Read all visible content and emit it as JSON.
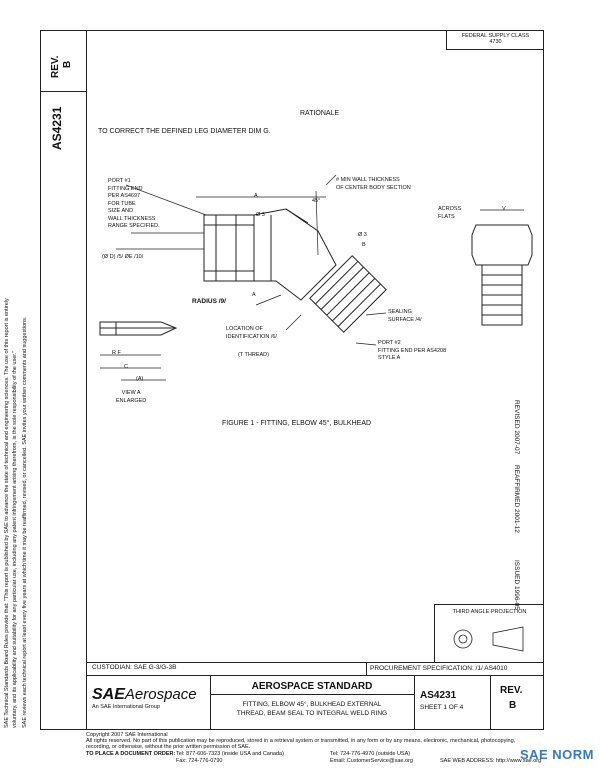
{
  "header": {
    "fed_class": "FEDERAL SUPPLY CLASS",
    "fed_class_num": "4730",
    "rev_label": "REV.",
    "rev_value": "B",
    "doc_number_side": "AS4231"
  },
  "rationale": {
    "title": "RATIONALE",
    "text": "TO CORRECT THE DEFINED LEG DIAMETER DIM G."
  },
  "drawing": {
    "port1": [
      "PORT #1",
      "FITTING END",
      "PER AS4697",
      "FOR TUBE",
      "SIZE AND",
      "WALL THICKNESS",
      "RANGE SPECIFIED."
    ],
    "min_wall": [
      "# MIN WALL THICKNESS",
      "OF CENTER BODY SECTION"
    ],
    "angle_45": "45°",
    "dim_a": "A",
    "dim_a2": "A",
    "phi3_a": "Ø 3",
    "phi3_b": "Ø 3",
    "dim_b": "B",
    "dia_label": "(Ø D) /5/  ØE /10/",
    "radius": "RADIUS /9/",
    "location": [
      "LOCATION OF",
      "IDENTIFICATION /6/"
    ],
    "t_thread": "(T THREAD)",
    "sealing": [
      "SEALING",
      "SURFACE /4/"
    ],
    "port2": [
      "PORT #2",
      "FITTING END PER AS4208",
      "STYLE A"
    ],
    "across_flats": [
      "ACROSS",
      "FLATS"
    ],
    "dim_v": "V",
    "view_a": [
      "VIEW A",
      "ENLARGED"
    ],
    "rf": "R F",
    "dim_c": "C",
    "a_arrow": "(A)",
    "figure_caption": "FIGURE 1 - FITTING, ELBOW 45°, BULKHEAD"
  },
  "right_margin": {
    "revised": "REVISED 2007-07",
    "reaffirmed": "REAFFIRMED 2001-12",
    "issued": "ISSUED 1996-05"
  },
  "projection": {
    "label": "THIRD ANGLE PROJECTION"
  },
  "left_margin": {
    "line1": "SAE Technical Standards Board Rules provide that: \"This report is published by SAE to advance the state of technical and engineering sciences. The use of this report is entirely",
    "line2": "voluntary, and its applicability and suitability for any particular use, including any patent infringement arising therefrom, is the sole responsibility of the user.\"",
    "line3": "SAE reviews each technical report at least every five years at which time it may be reaffirmed, revised, or cancelled. SAE invites your written comments and suggestions."
  },
  "footer": {
    "custodian": "CUSTODIAN: SAE G-3/G-3B",
    "procurement": "PROCUREMENT SPECIFICATION: /1/ AS4010",
    "sae_logo_sae": "SAE",
    "sae_logo_aero": "Aerospace",
    "sae_logo_sub": "An SAE International Group",
    "std_title": "AEROSPACE STANDARD",
    "desc_line1": "FITTING, ELBOW 45°, BULKHEAD EXTERNAL",
    "desc_line2": "THREAD, BEAM SEAL TO INTEGRAL WELD RING",
    "doc_number": "AS4231",
    "sheet": "SHEET 1 OF 4",
    "rev_label": "REV.",
    "rev_value": "B",
    "copyright": "Copyright 2007 SAE International",
    "rights": "All rights reserved. No part of this publication may be reproduced, stored in a retrieval system or transmitted, in any form or by any means, electronic, mechanical, photocopying,",
    "rights2": "recording, or otherwise, without the prior written permission of SAE.",
    "order_label": "TO PLACE A DOCUMENT ORDER:",
    "tel1": "Tel:   877-606-7323 (inside USA and Canada)",
    "tel2": "Tel:   724-776-4970 (outside USA)",
    "fax": "Fax:  724-776-0790",
    "email": "Email: CustomerService@sae.org",
    "web": "SAE WEB ADDRESS:  http://www.sae.org"
  },
  "watermark": "SAE NORM"
}
